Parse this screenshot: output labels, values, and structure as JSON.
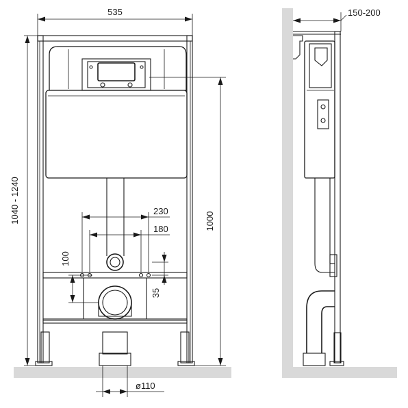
{
  "dimensions": {
    "frame_width": "535",
    "frame_height": "1040 - 1240",
    "cistern_height": "1000",
    "depth": "150-200",
    "bolt_spacing_outer": "230",
    "bolt_spacing_inner": "180",
    "drain_height": "100",
    "bolt_offset": "35",
    "pipe_diameter": "ø110"
  }
}
